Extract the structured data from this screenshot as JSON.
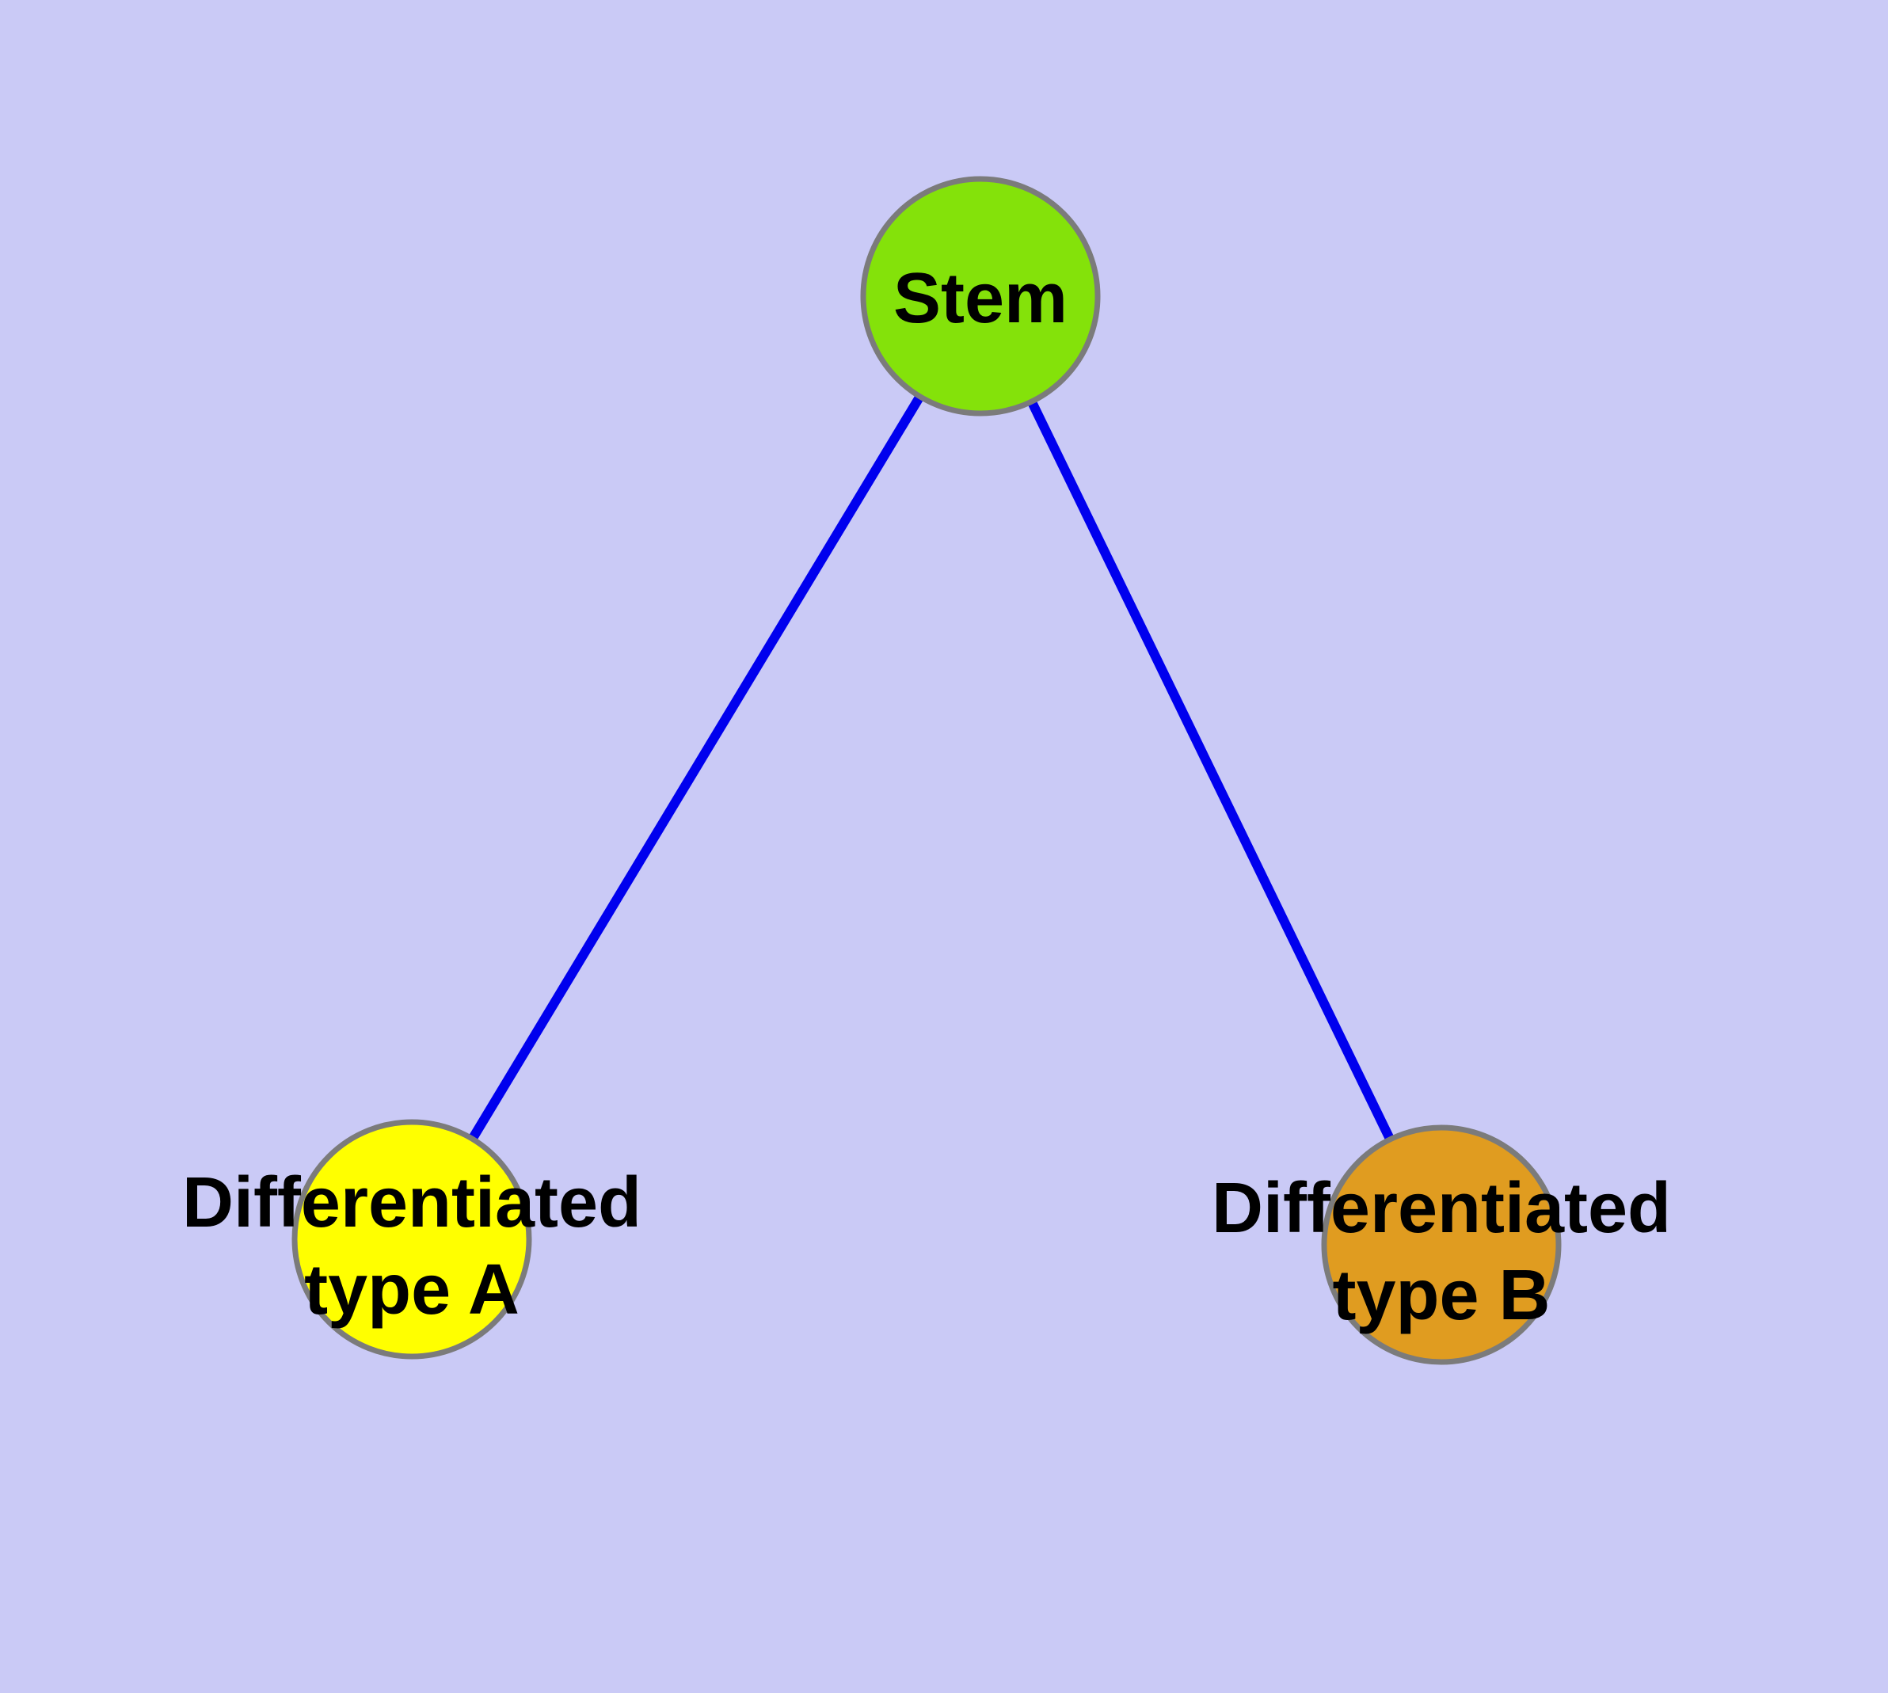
{
  "diagram": {
    "type": "node-link-graph",
    "nodes": [
      {
        "id": "stem",
        "label": "Stem",
        "label_lines": [
          "Stem"
        ],
        "fill": "#84E20A"
      },
      {
        "id": "differentiated-type-a",
        "label": "Differentiated type A",
        "label_lines": [
          "Differentiated",
          "type A"
        ],
        "fill": "#FFFF00"
      },
      {
        "id": "differentiated-type-b",
        "label": "Differentiated type B",
        "label_lines": [
          "Differentiated",
          "type B"
        ],
        "fill": "#E09C20"
      }
    ],
    "edges": [
      {
        "from": "stem",
        "to": "differentiated-type-a"
      },
      {
        "from": "stem",
        "to": "differentiated-type-b"
      }
    ],
    "colors": {
      "background": "#CACAF6",
      "node_border": "#7B7B7B",
      "edge": "#0000EE",
      "label_text": "#000000"
    }
  }
}
